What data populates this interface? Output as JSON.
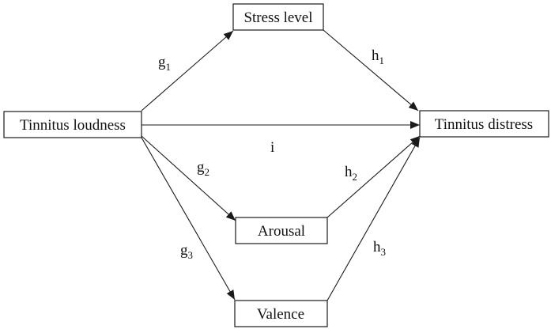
{
  "nodes": {
    "stress": "Stress level",
    "loudness": "Tinnitus loudness",
    "distress": "Tinnitus distress",
    "arousal": "Arousal",
    "valence": "Valence"
  },
  "edges": {
    "g1": {
      "base": "g",
      "sub": "1"
    },
    "h1": {
      "base": "h",
      "sub": "1"
    },
    "i": {
      "base": "i",
      "sub": ""
    },
    "g2": {
      "base": "g",
      "sub": "2"
    },
    "h2": {
      "base": "h",
      "sub": "2"
    },
    "g3": {
      "base": "g",
      "sub": "3"
    },
    "h3": {
      "base": "h",
      "sub": "3"
    }
  },
  "colors": {
    "stroke": "#1a1a1a",
    "text": "#111111",
    "background": "#ffffff"
  }
}
